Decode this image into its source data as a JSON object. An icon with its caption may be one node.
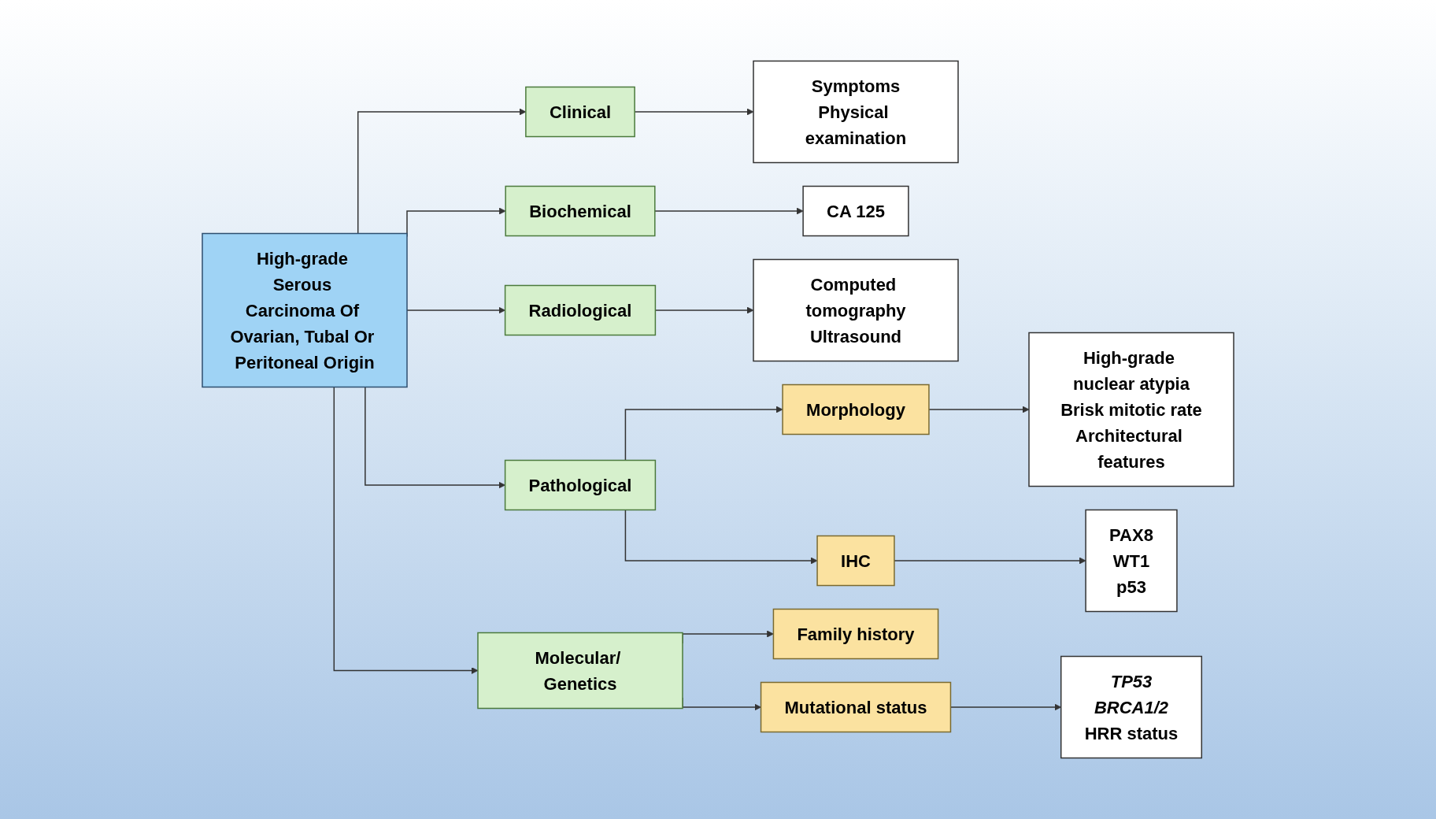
{
  "diagram": {
    "nodes": [
      {
        "text": [
          "High-grade Serous Carcinoma Of Ovarian, Tubal Or Peritoneal Origin"
        ]
      },
      {
        "text": [
          "Clinical"
        ]
      },
      {
        "text": [
          "Biochemical"
        ]
      },
      {
        "text": [
          "Radiological"
        ]
      },
      {
        "text": [
          "Pathological"
        ]
      },
      {
        "text": [
          "Molecular/ Genetics"
        ]
      },
      {
        "text": [
          "Symptoms",
          "Physical examination"
        ]
      },
      {
        "text": [
          "CA 125"
        ]
      },
      {
        "text": [
          "Computed tomography",
          "Ultrasound"
        ]
      },
      {
        "text": [
          "Morphology"
        ]
      },
      {
        "text": [
          "IHC"
        ]
      },
      {
        "text": [
          "High-grade nuclear atypia",
          "Brisk mitotic rate",
          "Architectural features"
        ]
      },
      {
        "text": [
          "PAX8",
          "WT1",
          "p53"
        ]
      },
      {
        "text": [
          "Family history"
        ]
      },
      {
        "text": [
          "Mutational status"
        ]
      },
      {
        "text": [
          "TP53",
          "BRCA1/2",
          "HRR status"
        ]
      }
    ],
    "edges": [
      {
        "from": 0,
        "to": 1,
        "arrow": "to"
      },
      {
        "from": 0,
        "to": 2,
        "arrow": "to"
      },
      {
        "from": 0,
        "to": 3,
        "arrow": "to"
      },
      {
        "from": 0,
        "to": 4,
        "arrow": "to"
      },
      {
        "from": 0,
        "to": 5,
        "arrow": "to"
      },
      {
        "from": 1,
        "to": 6,
        "arrow": "to"
      },
      {
        "from": 2,
        "to": 7,
        "arrow": "to"
      },
      {
        "from": 3,
        "to": 8,
        "arrow": "to"
      },
      {
        "from": 4,
        "to": 9,
        "arrow": "to"
      },
      {
        "from": 4,
        "to": 10,
        "arrow": "to"
      },
      {
        "from": 9,
        "to": 11,
        "arrow": "to"
      },
      {
        "from": 10,
        "to": 12,
        "arrow": "to"
      },
      {
        "from": 5,
        "to": 13,
        "arrow": "to"
      },
      {
        "from": 5,
        "to": 14,
        "arrow": "to"
      },
      {
        "from": 14,
        "to": 15,
        "arrow": "to"
      }
    ]
  }
}
